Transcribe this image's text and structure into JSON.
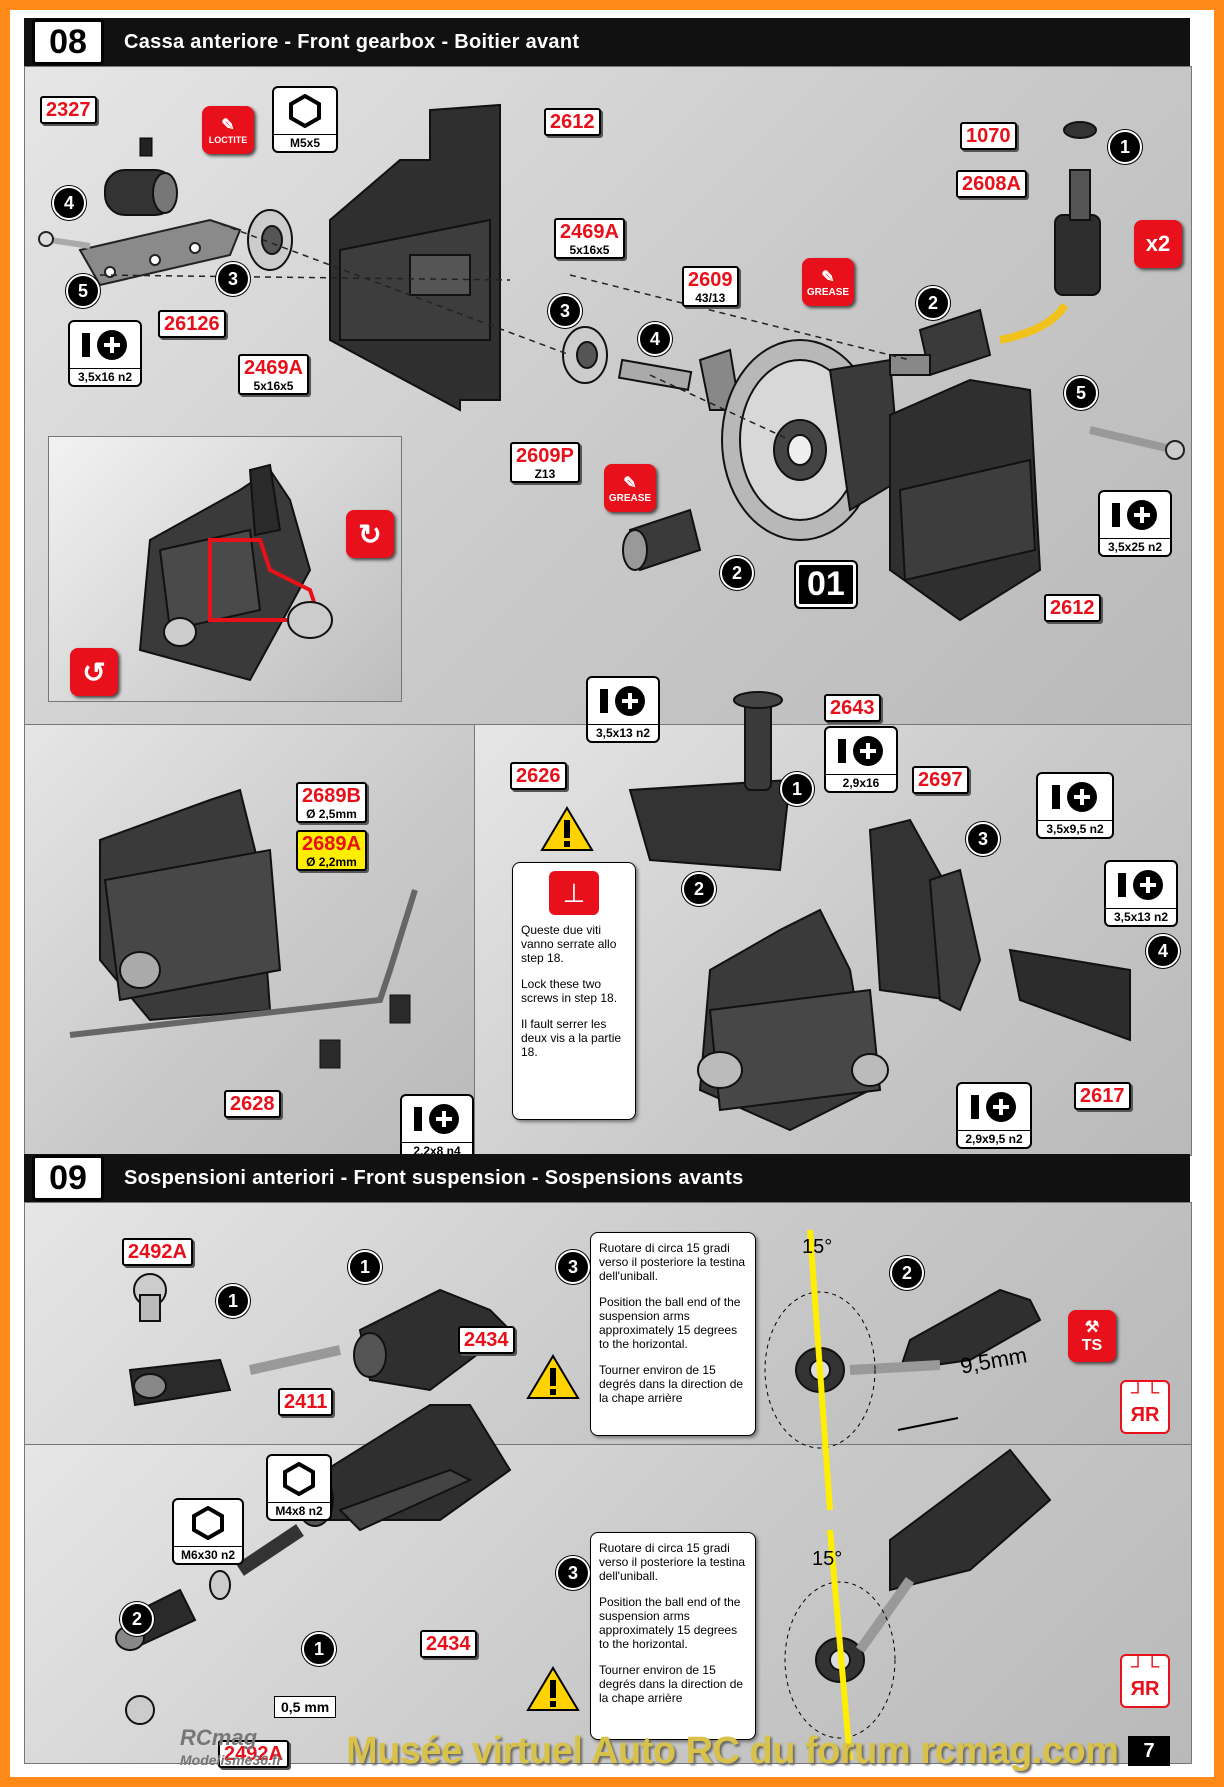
{
  "section08": {
    "number": "08",
    "title": "Cassa anteriore - Front gearbox - Boitier avant",
    "tags": {
      "t2327": "2327",
      "t2612a": "2612",
      "t1070": "1070",
      "t2608a": "2608A",
      "t2469a_top": "2469A",
      "t2469a_top_sub": "5x16x5",
      "t2609": "2609",
      "t2609_sub": "43/13",
      "t26126": "26126",
      "t2469a_bot": "2469A",
      "t2469a_bot_sub": "5x16x5",
      "t2609p": "2609P",
      "t2609p_sub": "Z13",
      "t2612b": "2612",
      "t2689b": "2689B",
      "t2689b_sub": "Ø 2,5mm",
      "t2689a": "2689A",
      "t2689a_sub": "Ø 2,2mm",
      "t2628": "2628",
      "t2643": "2643",
      "t2626": "2626",
      "t2697": "2697",
      "t2617": "2617"
    },
    "tools": {
      "m5x5": "M5x5",
      "s35x16": "3,5x16 n2",
      "s35x25": "3,5x25 n2",
      "s35x13a": "3,5x13 n2",
      "s29x16": "2,9x16",
      "s35x95": "3,5x9,5 n2",
      "s35x13b": "3,5x13 n2",
      "s29x95": "2,9x9,5 n2",
      "s22x8": "2,2x8 n4"
    },
    "labels": {
      "loctite": "LOCTITE",
      "grease1": "GREASE",
      "grease2": "GREASE",
      "x2": "x2",
      "badge01": "01"
    },
    "steps": {
      "a1": "1",
      "a4": "4",
      "a5": "5",
      "a3": "3",
      "b3": "3",
      "b4": "4",
      "b2": "2",
      "b5": "5",
      "b2b": "2",
      "c1": "1",
      "c2": "2",
      "c3": "3",
      "c4": "4"
    },
    "note": {
      "it": "Queste due viti vanno serrate allo step 18.",
      "en": "Lock these two screws in step 18.",
      "fr": "Il fault serrer les deux vis a la partie 18."
    }
  },
  "section09": {
    "number": "09",
    "title": "Sospensioni anteriori - Front suspension - Sospensions avants",
    "tags": {
      "t2492a_top": "2492A",
      "t2434_top": "2434",
      "t2411": "2411",
      "t2434_bot": "2434",
      "t2492a_bot": "2492A"
    },
    "tools": {
      "m4x8": "M4x8 n2",
      "m6x30": "M6x30 n2"
    },
    "dims": {
      "angle_top": "15°",
      "angle_bot": "15°",
      "length": "9,5mm",
      "gap": "0,5 mm",
      "ts": "TS"
    },
    "steps": {
      "d1": "1",
      "d1b": "1",
      "d3": "3",
      "d2": "2",
      "e2": "2",
      "e1": "1",
      "e3": "3"
    },
    "note": {
      "it": "Ruotare di circa 15 gradi verso il posteriore la testina dell'uniball.",
      "en": "Position the ball end of the suspension arms approximately 15 degrees to the horizontal.",
      "fr": "Tourner environ de 15 degrés dans la direction de la chape arrière"
    },
    "rl": {
      "top": "┘└",
      "bottom": "ЯR"
    }
  },
  "footer": {
    "page": "7",
    "watermark": "Musée virtuel Auto RC du forum rcmag.com",
    "logo": "RCmag",
    "logo_sub": "Modelisme36.fr"
  },
  "colors": {
    "accent": "#e8101a",
    "frame": "#ff8a1a",
    "yellow": "#ffee00"
  }
}
